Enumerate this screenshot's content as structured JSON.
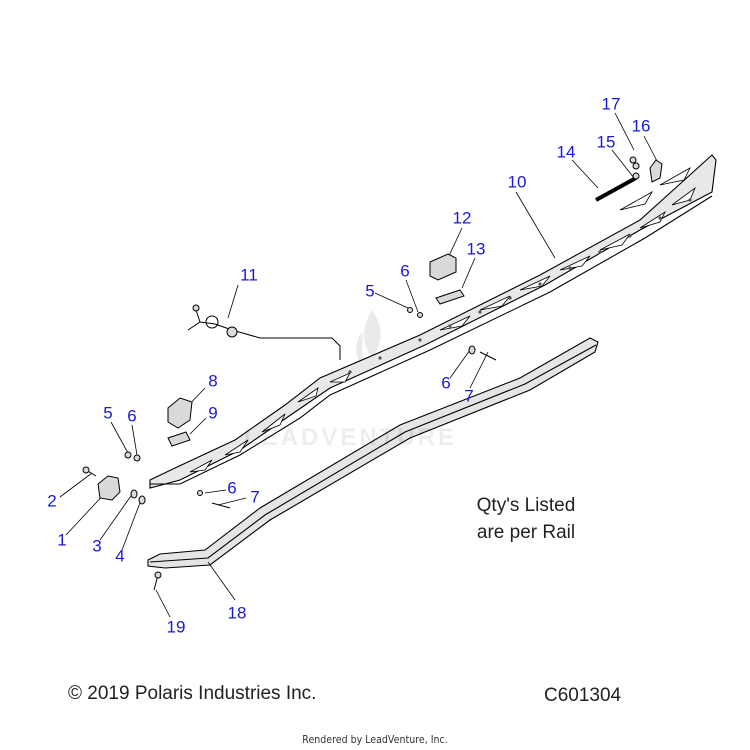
{
  "callouts": {
    "c1": "1",
    "c2": "2",
    "c3": "3",
    "c4": "4",
    "c5a": "5",
    "c5b": "5",
    "c6a": "6",
    "c6b": "6",
    "c6c": "6",
    "c6d": "6",
    "c7a": "7",
    "c7b": "7",
    "c8": "8",
    "c9": "9",
    "c10": "10",
    "c11": "11",
    "c12": "12",
    "c13": "13",
    "c14": "14",
    "c15": "15",
    "c16": "16",
    "c17": "17",
    "c18": "18",
    "c19": "19"
  },
  "note": {
    "line1": "Qty's Listed",
    "line2": "are per Rail"
  },
  "footer": {
    "copyright": "© 2019 Polaris Industries Inc.",
    "code": "C601304",
    "rendered_by": "Rendered by LeadVenture, Inc."
  },
  "watermark": "LEADVENTURE",
  "colors": {
    "callout": "#1a1ad6",
    "line": "#000000",
    "part_fill": "#d9d9d9"
  }
}
